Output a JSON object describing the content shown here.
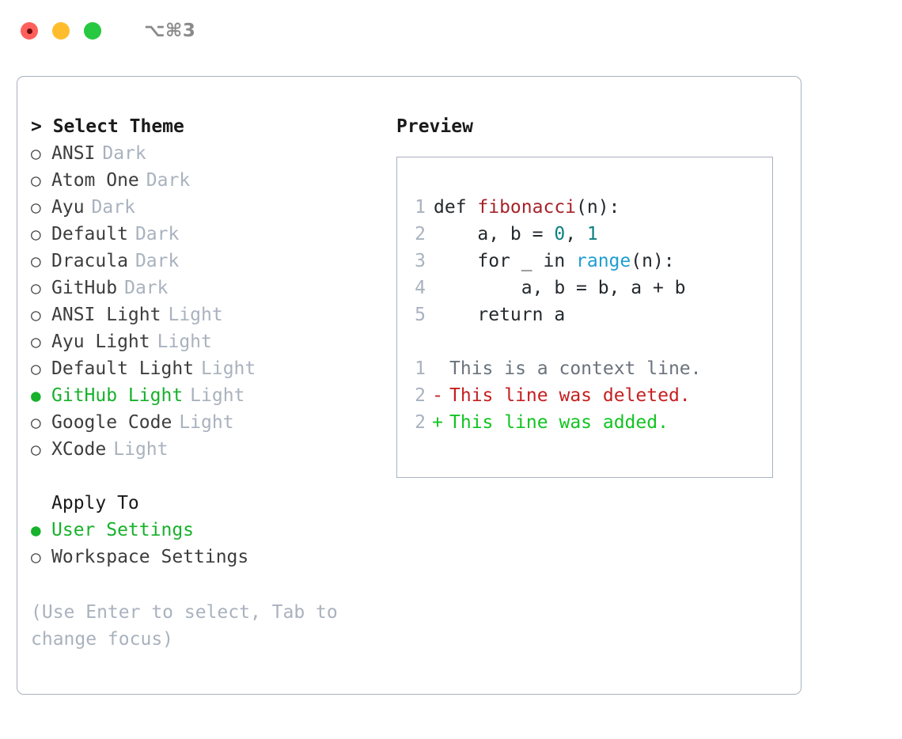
{
  "window": {
    "shortcut": "⌥⌘3",
    "traffic_lights": [
      {
        "name": "close",
        "color": "#ff605c"
      },
      {
        "name": "minimize",
        "color": "#ffbd2e"
      },
      {
        "name": "zoom",
        "color": "#28c840"
      }
    ]
  },
  "theme_picker": {
    "heading_prefix": "> ",
    "heading": "Select Theme",
    "marker_unselected": "○",
    "marker_selected": "●",
    "items": [
      {
        "name": "ANSI",
        "kind": "Dark",
        "selected": false
      },
      {
        "name": "Atom One",
        "kind": "Dark",
        "selected": false
      },
      {
        "name": "Ayu",
        "kind": "Dark",
        "selected": false
      },
      {
        "name": "Default",
        "kind": "Dark",
        "selected": false
      },
      {
        "name": "Dracula",
        "kind": "Dark",
        "selected": false
      },
      {
        "name": "GitHub",
        "kind": "Dark",
        "selected": false
      },
      {
        "name": "ANSI Light",
        "kind": "Light",
        "selected": false
      },
      {
        "name": "Ayu Light",
        "kind": "Light",
        "selected": false
      },
      {
        "name": "Default Light",
        "kind": "Light",
        "selected": false
      },
      {
        "name": "GitHub Light",
        "kind": "Light",
        "selected": true
      },
      {
        "name": "Google Code",
        "kind": "Light",
        "selected": false
      },
      {
        "name": "XCode",
        "kind": "Light",
        "selected": false
      }
    ]
  },
  "apply_to": {
    "heading": "Apply To",
    "options": [
      {
        "label": "User Settings",
        "selected": true
      },
      {
        "label": "Workspace Settings",
        "selected": false
      }
    ]
  },
  "hint": "(Use Enter to select, Tab to change focus)",
  "preview": {
    "title": "Preview",
    "code_lines": [
      {
        "no": "1",
        "segments": [
          {
            "t": "def ",
            "c": "plain"
          },
          {
            "t": "fibonacci",
            "c": "fn"
          },
          {
            "t": "(n):",
            "c": "plain"
          }
        ]
      },
      {
        "no": "2",
        "segments": [
          {
            "t": "    a, b = ",
            "c": "plain"
          },
          {
            "t": "0",
            "c": "num"
          },
          {
            "t": ", ",
            "c": "plain"
          },
          {
            "t": "1",
            "c": "num"
          }
        ]
      },
      {
        "no": "3",
        "segments": [
          {
            "t": "    for _ in ",
            "c": "plain"
          },
          {
            "t": "range",
            "c": "call"
          },
          {
            "t": "(n):",
            "c": "plain"
          }
        ]
      },
      {
        "no": "4",
        "segments": [
          {
            "t": "        a, b = b, a + b",
            "c": "plain"
          }
        ]
      },
      {
        "no": "5",
        "segments": [
          {
            "t": "    return a",
            "c": "plain"
          }
        ]
      }
    ],
    "diff_lines": [
      {
        "no": "1",
        "mark": " ",
        "text": "This is a context line.",
        "kind": "ctx"
      },
      {
        "no": "2",
        "mark": "-",
        "text": "This line was deleted.",
        "kind": "del"
      },
      {
        "no": "2",
        "mark": "+",
        "text": "This line was added.",
        "kind": "add"
      }
    ]
  },
  "colors": {
    "accent_green": "#17b12b",
    "muted": "#a9b2be",
    "text": "#3d3d3d",
    "diff_add": "#12c422",
    "diff_del": "#c52020",
    "syntax_function": "#a6232a",
    "syntax_number": "#0d8080",
    "syntax_call": "#1f9ed1"
  }
}
